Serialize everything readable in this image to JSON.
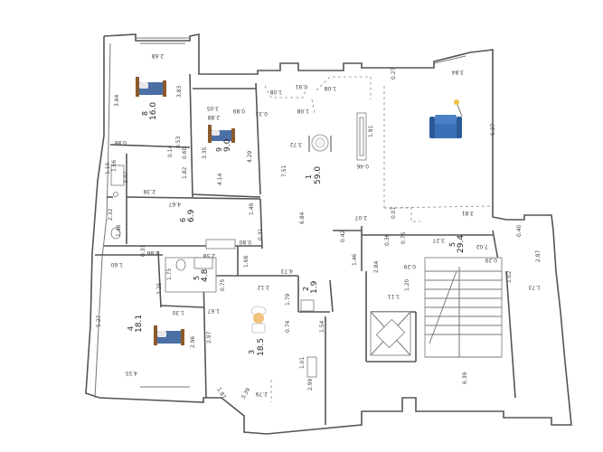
{
  "rooms": [
    {
      "id": "1",
      "number": "1",
      "area": "59.0"
    },
    {
      "id": "3",
      "number": "3",
      "area": "18.5"
    },
    {
      "id": "4",
      "number": "4",
      "area": "18.1"
    },
    {
      "id": "5",
      "number": "5",
      "area": "4.8"
    },
    {
      "id": "6",
      "number": "6",
      "area": "6.9"
    },
    {
      "id": "8",
      "number": "8",
      "area": "16.0"
    },
    {
      "id": "9",
      "number": "9",
      "area": "9.0"
    },
    {
      "id": "2",
      "number": "2",
      "area": "1.9"
    },
    {
      "id": "5b",
      "number": "5",
      "area": "29.4"
    }
  ],
  "dimensions": {
    "d268": "2.68",
    "d384a": "3.84",
    "d383": "3.83",
    "d086a": "0.86",
    "d014": "0.14",
    "d053": "0.53",
    "d060": "0.60",
    "d182": "1.82",
    "d110": "1.10",
    "d347": "3.47",
    "d166": "1.66",
    "d238": "2.38",
    "d232": "2.32",
    "d148a": "1.48",
    "d467": "4.67",
    "d149": "1.49",
    "d305": "3.05",
    "d288": "2.88",
    "d089": "0.89",
    "d335": "3.35",
    "d414": "4.14",
    "d429": "4.29",
    "d108a": "1.08",
    "d091": "0.91",
    "d108b": "1.08",
    "d108c": "1.08",
    "d033": "0.33",
    "d372": "3.72",
    "d751": "7.51",
    "d191": "1.91",
    "d046": "0.46",
    "d027": "0.27",
    "d384b": "3.84",
    "d627": "6.27",
    "d684": "6.84",
    "d207": "2.07",
    "d007": "0.07",
    "d381": "3.81",
    "d042": "0.42",
    "d036": "0.36",
    "d076": "0.76",
    "d327": "3.27",
    "d702": "7.02",
    "d040": "0.40",
    "d031": "0.31",
    "d086b": "0.86",
    "d160": "1.60",
    "d175": "1.75",
    "d258": "2.58",
    "d080": "0.80",
    "d031b": "0.31",
    "d168": "1.68",
    "d146": "1.46",
    "d284": "2.84",
    "d029a": "0.29",
    "d029b": "0.29",
    "d287": "2.87",
    "d102": "1.02",
    "d173": "1.73",
    "d120": "1.20",
    "d225": "2.25",
    "d130": "1.30",
    "d167": "1.67",
    "d075": "0.75",
    "d212": "2.12",
    "d473": "4.73",
    "d179": "1.79",
    "d154": "1.54",
    "d074": "0.74",
    "d527": "5.27",
    "d296": "2.96",
    "d297": "2.97",
    "d455": "4.55",
    "d187": "1.87",
    "d339": "3.39",
    "d279": "2.79",
    "d299": "2.99",
    "d101": "1.01",
    "d639": "6.39",
    "d111": "1.11"
  },
  "icons": {
    "bed": "bed-icon",
    "sofa": "sofa-icon",
    "dining": "dining-icon",
    "cook": "cook-icon",
    "elevator": "elevator-icon",
    "stairs": "stairs-icon"
  },
  "colors": {
    "wall": "#555555",
    "sofa": "#3b6fb6",
    "bed": "#4a6fa5",
    "bed_frame": "#8b5a2b"
  }
}
